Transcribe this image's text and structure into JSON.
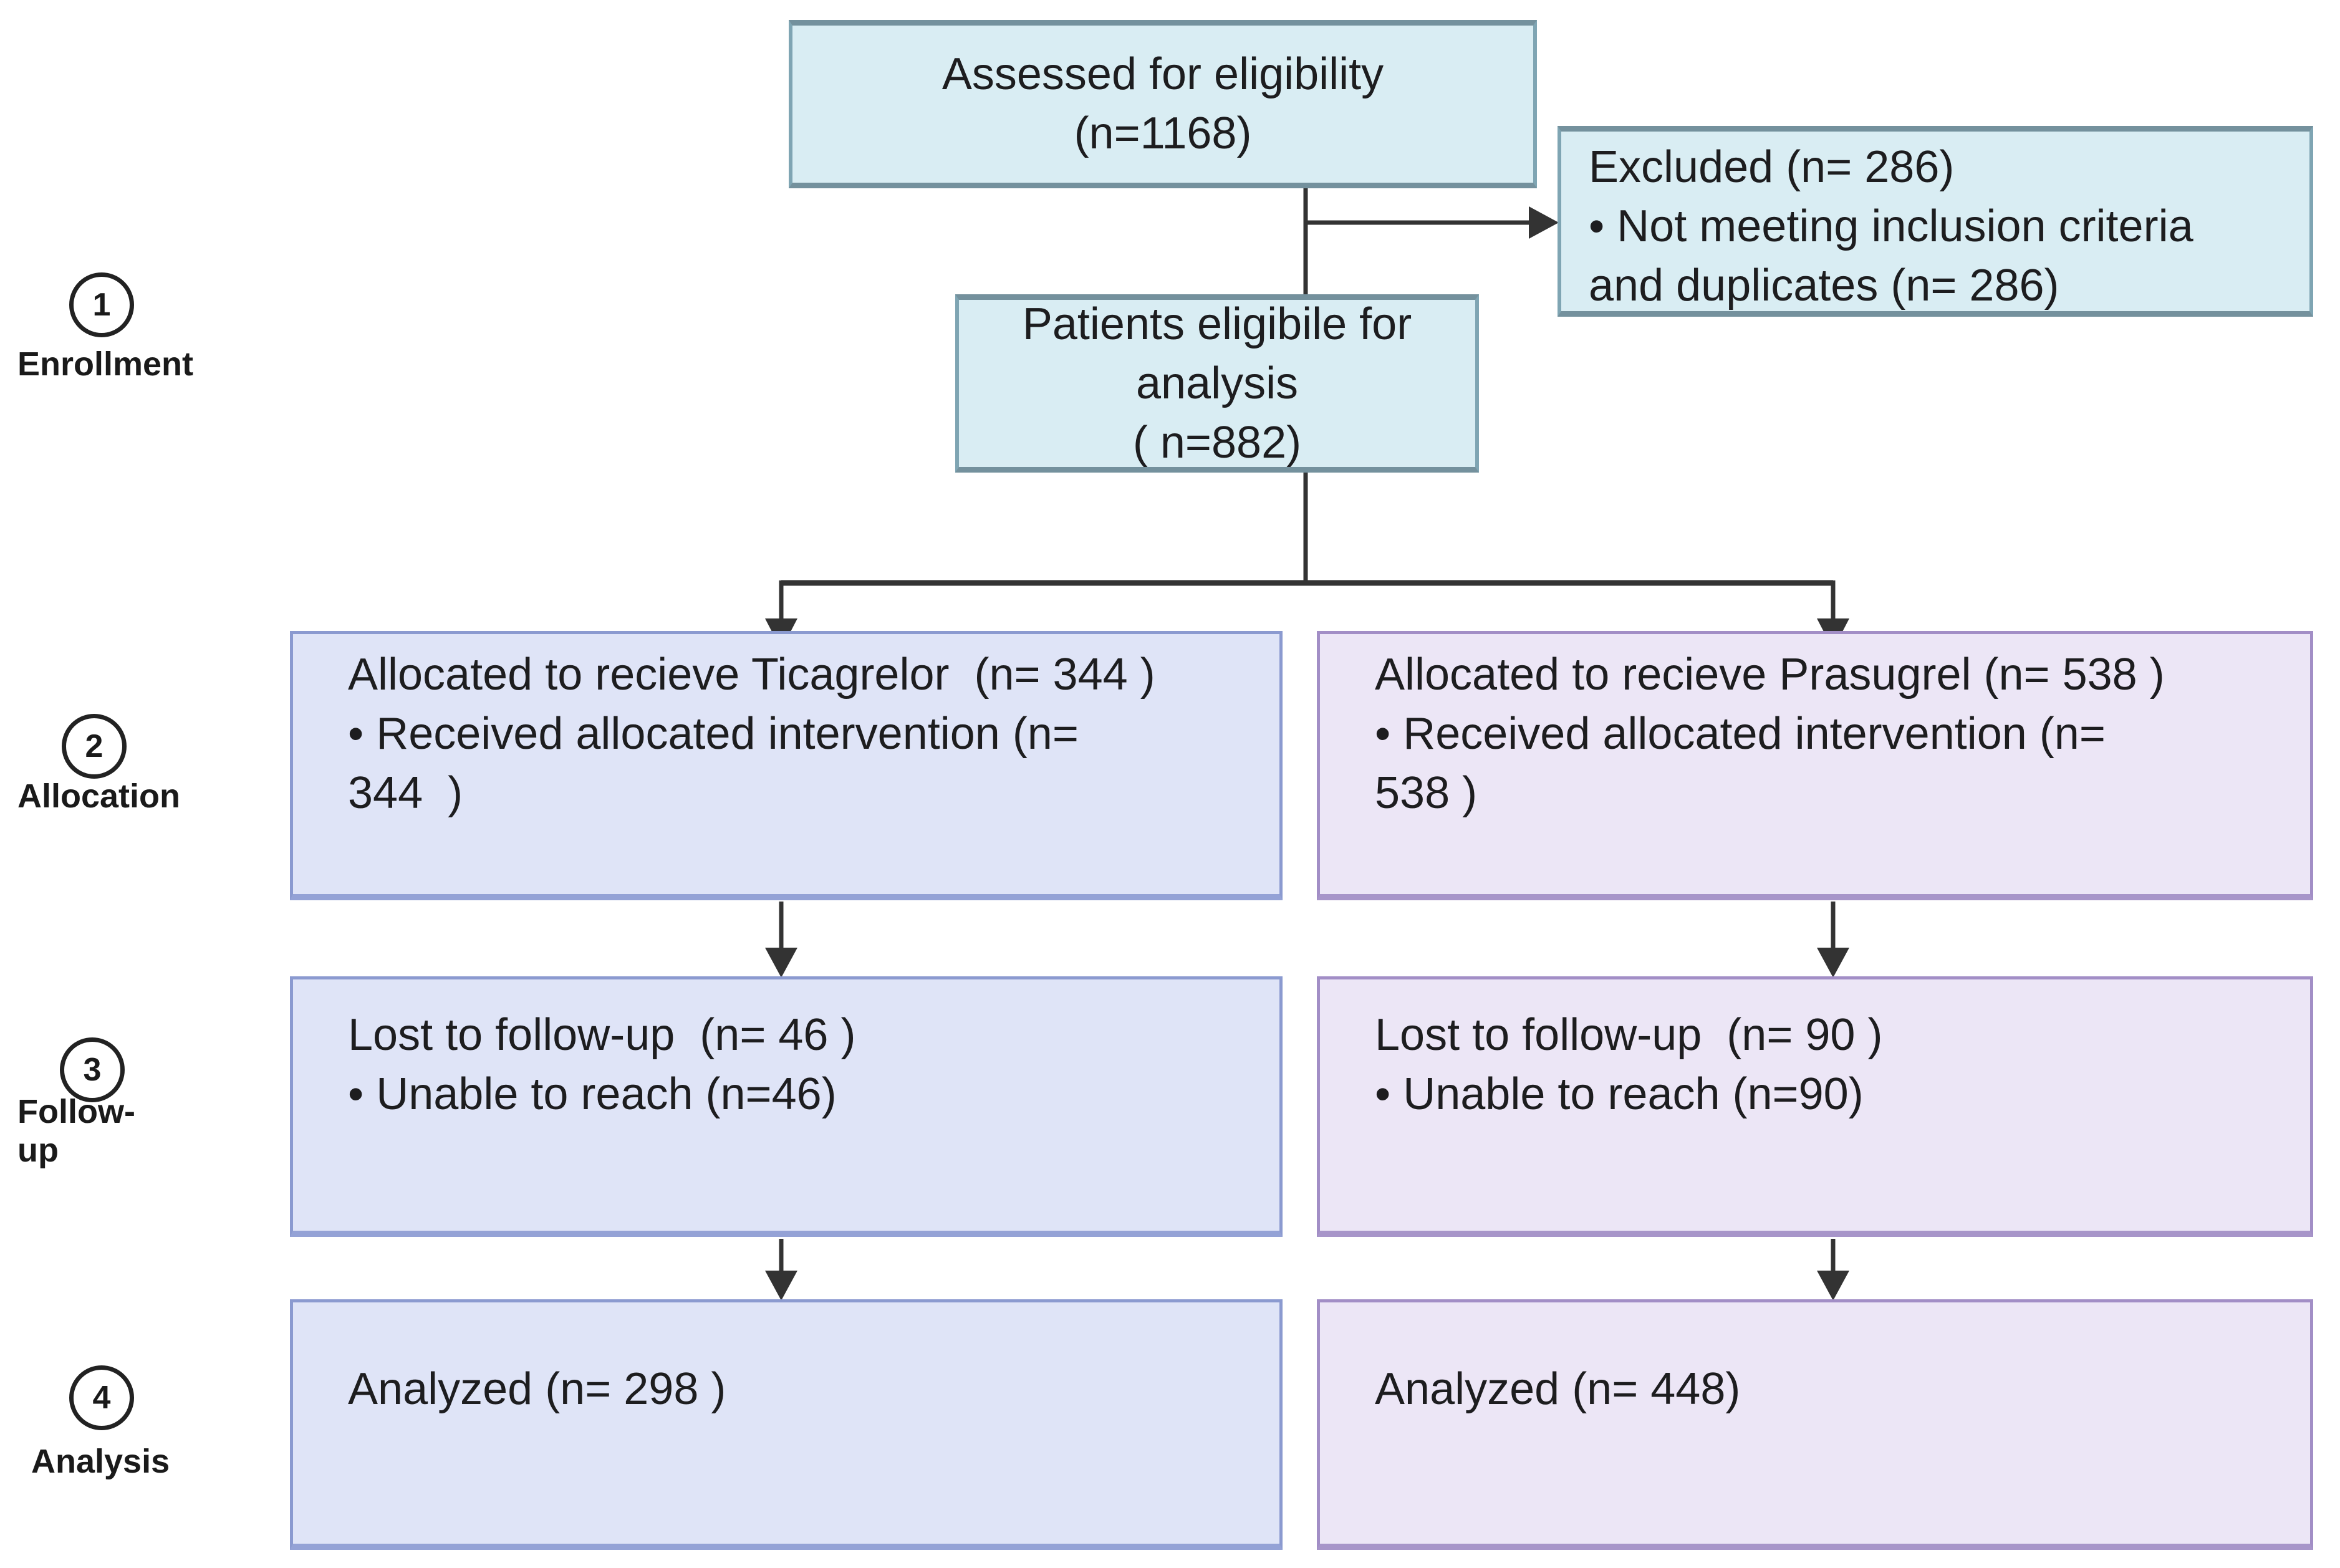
{
  "diagram": {
    "title": "CONSORT participant flow diagram",
    "colors": {
      "cyan_fill": "#d9edf3",
      "cyan_border": "#7fa5b3",
      "blue_fill": "#dfe4f7",
      "blue_border": "#8b9ad0",
      "purple_fill": "#ece6f6",
      "purple_border": "#a28ec6",
      "line": "#333333"
    },
    "stages": [
      {
        "number": "1",
        "label_lines": [
          "Enrollment"
        ]
      },
      {
        "number": "2",
        "label_lines": [
          "Allocation"
        ]
      },
      {
        "number": "3",
        "label_lines": [
          "Follow-",
          "up"
        ]
      },
      {
        "number": "4",
        "label_lines": [
          "Analysis"
        ]
      }
    ],
    "boxes": {
      "assessed": {
        "lines": [
          "Assessed for eligibility",
          "(n=1168)"
        ]
      },
      "excluded": {
        "lines": [
          "Excluded (n= 286)",
          "• Not meeting inclusion criteria",
          "and duplicates (n= 286)"
        ]
      },
      "eligible": {
        "lines": [
          "Patients eligibile for",
          "analysis",
          "( n=882)"
        ]
      },
      "allocation_ticagrelor": {
        "lines": [
          "Allocated to recieve Ticagrelor  (n= 344 )",
          "• Received allocated intervention (n=",
          "344  )"
        ]
      },
      "allocation_prasugrel": {
        "lines": [
          "Allocated to recieve Prasugrel (n= 538 )",
          "• Received allocated intervention (n=",
          "538 )"
        ]
      },
      "followup_ticagrelor": {
        "lines": [
          "Lost to follow-up  (n= 46 )",
          "• Unable to reach (n=46)"
        ]
      },
      "followup_prasugrel": {
        "lines": [
          "Lost to follow-up  (n= 90 )",
          "• Unable to reach (n=90)"
        ]
      },
      "analyzed_ticagrelor": {
        "lines": [
          "Analyzed (n= 298 )"
        ]
      },
      "analyzed_prasugrel": {
        "lines": [
          "Analyzed (n= 448)"
        ]
      }
    }
  }
}
